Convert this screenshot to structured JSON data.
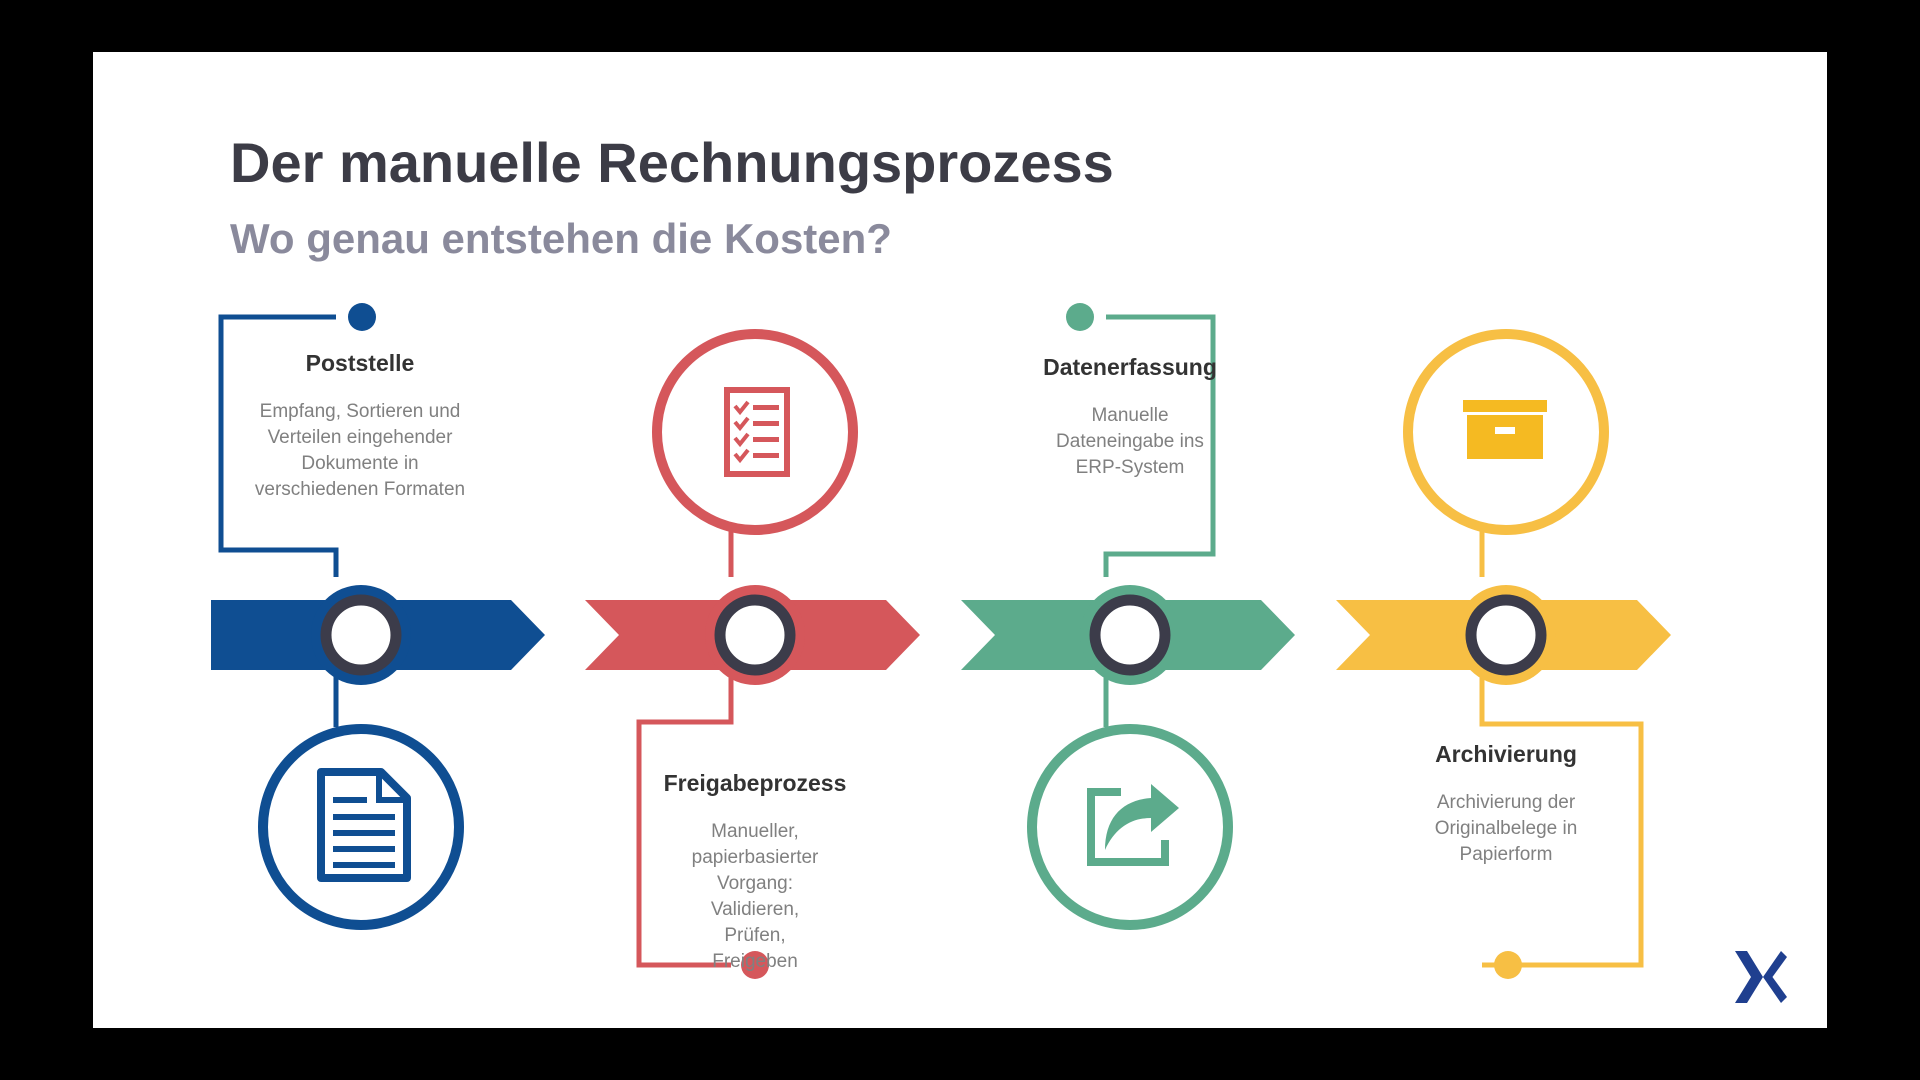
{
  "slide": {
    "title": "Der manuelle Rechnungsprozess",
    "subtitle": "Wo genau entstehen die Kosten?"
  },
  "colors": {
    "blue": "#0f4e92",
    "red": "#d5575b",
    "green": "#5cab8c",
    "yellow": "#f7bf44",
    "ring": "#3c3c4a"
  },
  "steps": [
    {
      "title": "Poststelle",
      "description": "Empfang, Sortieren und Verteilen eingehender Dokumente in verschiedenen Formaten",
      "icon": "document-icon",
      "color": "#0f4e92"
    },
    {
      "title": "Freigabeprozess",
      "description": "Manueller, papierbasierter Vorgang: Validieren, Prüfen, Freigeben",
      "icon": "checklist-icon",
      "color": "#d5575b"
    },
    {
      "title": "Datenerfassung",
      "description": "Manuelle Dateneingabe ins ERP-System",
      "icon": "share-arrow-icon",
      "color": "#5cab8c"
    },
    {
      "title": "Archivierung",
      "description": "Archivierung der Originalbelege in Papierform",
      "icon": "archive-box-icon",
      "color": "#f7bf44"
    }
  ],
  "logo": {
    "icon": "company-x-logo",
    "color": "#1f3f8f"
  }
}
